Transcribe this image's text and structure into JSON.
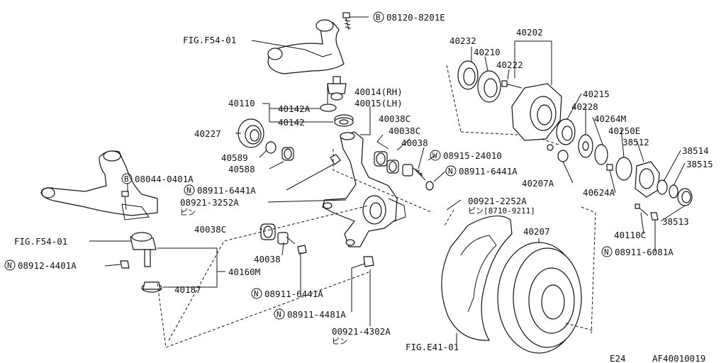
{
  "labels": {
    "fig_f54_top": "FIG.F54-01",
    "b08120": "08120-8201E",
    "p40014": "40014(RH)",
    "p40015": "40015(LH)",
    "p40110": "40110",
    "p40142a": "40142A",
    "p40142": "40142",
    "p40227": "40227",
    "p40589": "40589",
    "p40588": "40588",
    "b08044": "08044-0401A",
    "n08911_a": "08911-6441A",
    "p08921_3252": "08921-3252A",
    "pin1": "ピン",
    "fig_f54_left": "FIG.F54-01",
    "p40038c_a": "40038C",
    "p40038": "40038",
    "n08912": "08912-4401A",
    "p40160m": "40160M",
    "p40187": "40187",
    "n08911_b": "08911-6441A",
    "n08911_4481": "08911-4481A",
    "p00921_4302": "00921-4302A",
    "pin2": "ピン",
    "p40038c_b": "40038C",
    "p40038c_c": "40038C",
    "p40038_b": "40038",
    "w08915": "08915-24010",
    "n08911_c": "08911-6441A",
    "p00921_2252": "00921-2252A",
    "pin3": "ピン[8710-9211]",
    "fig_e41": "FIG.E41-01",
    "p40207": "40207",
    "p40232": "40232",
    "p40210": "40210",
    "p40202": "40202",
    "p40222": "40222",
    "p40215": "40215",
    "p40228": "40228",
    "p40264m": "40264M",
    "p40250e": "40250E",
    "p38512": "38512",
    "p38514": "38514",
    "p38515": "38515",
    "p40207a": "40207A",
    "p40624a": "40624A",
    "p38513": "38513",
    "p40110c": "40110C",
    "n08911_6081": "08911-6081A",
    "footer_code": "E24",
    "footer_ref": "AF40010019"
  },
  "circle_letters": {
    "b": "B",
    "n": "N",
    "w": "W"
  }
}
